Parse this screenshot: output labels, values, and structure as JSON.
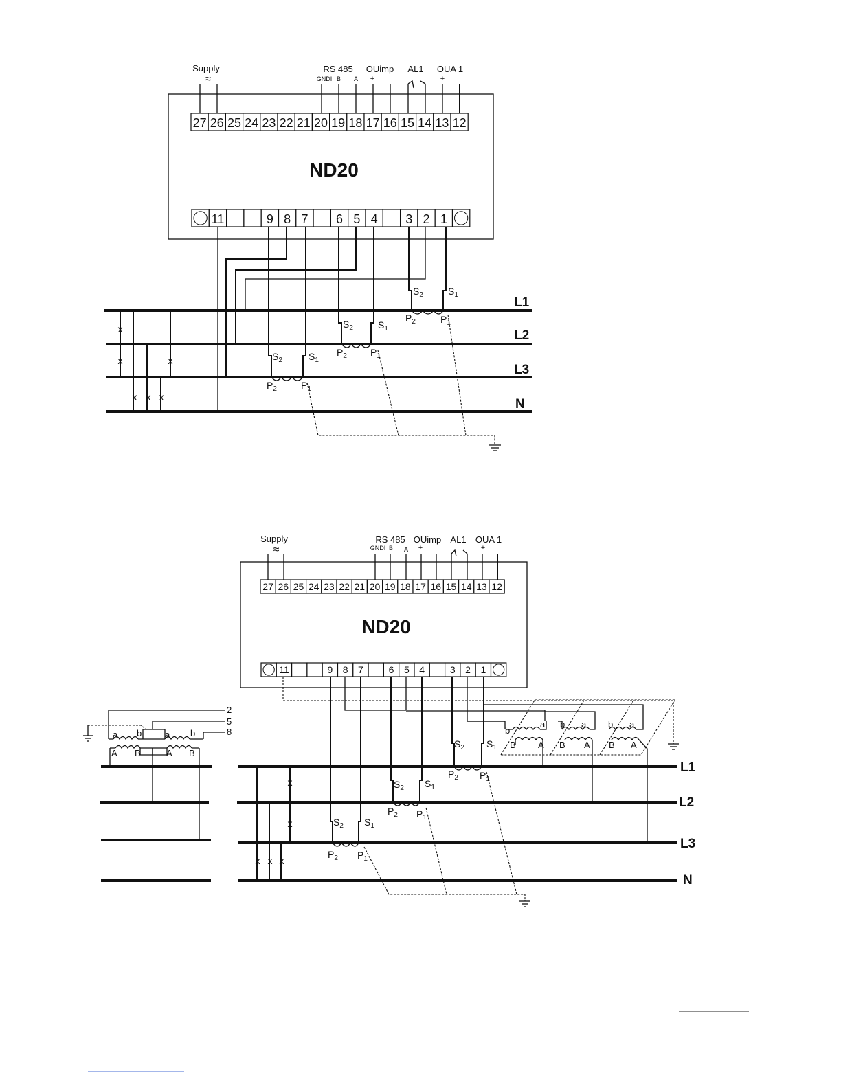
{
  "diagram1": {
    "device_label": "ND20",
    "group_labels": {
      "supply": "Supply",
      "supply_symbol": "≈",
      "rs485": "RS 485",
      "rs485_pins": [
        "GNDI",
        "B",
        "A"
      ],
      "ouimp": "OUimp",
      "ouimp_plus": "+",
      "al1": "AL1",
      "oua1": "OUA 1",
      "oua1_plus": "+"
    },
    "top_terminals": [
      "27",
      "26",
      "25",
      "24",
      "23",
      "22",
      "21",
      "20",
      "19",
      "18",
      "17",
      "16",
      "15",
      "14",
      "13",
      "12"
    ],
    "bottom_terminals": [
      "11",
      "",
      "",
      "9",
      "8",
      "7",
      "",
      "6",
      "5",
      "4",
      "",
      "3",
      "2",
      "1"
    ],
    "lines": [
      "L1",
      "L2",
      "L3",
      "N"
    ],
    "ct_labels": {
      "s2": "S",
      "s1": "S",
      "p2": "P",
      "p1": "P",
      "sub2": "2",
      "sub1": "1"
    }
  },
  "diagram2": {
    "device_label": "ND20",
    "group_labels": {
      "supply": "Supply",
      "supply_symbol": "≈",
      "rs485": "RS 485",
      "rs485_pins": [
        "GNDI",
        "B",
        "A"
      ],
      "ouimp": "OUimp",
      "ouimp_plus": "+",
      "al1": "AL1",
      "oua1": "OUA 1",
      "oua1_plus": "+"
    },
    "top_terminals": [
      "27",
      "26",
      "25",
      "24",
      "23",
      "22",
      "21",
      "20",
      "19",
      "18",
      "17",
      "16",
      "15",
      "14",
      "13",
      "12"
    ],
    "bottom_terminals": [
      "11",
      "",
      "",
      "9",
      "8",
      "7",
      "",
      "6",
      "5",
      "4",
      "",
      "3",
      "2",
      "1"
    ],
    "lines": [
      "L1",
      "L2",
      "L3",
      "N"
    ],
    "vt_wire_labels": [
      "2",
      "5",
      "8"
    ],
    "vt_labels": {
      "a": "a",
      "b": "b",
      "A": "A",
      "B": "B"
    }
  }
}
